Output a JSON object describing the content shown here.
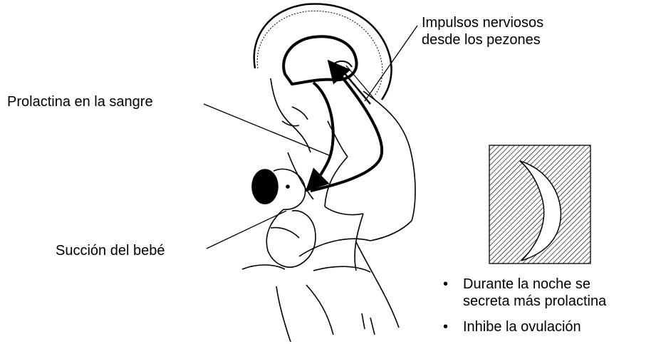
{
  "labels": {
    "impulses_line1": "Impulsos nerviosos",
    "impulses_line2": "desde los pezones",
    "prolactin_blood": "Prolactina en la sangre",
    "baby_suction": "Succión del bebé"
  },
  "bullets": [
    {
      "marker": "•",
      "line1": "Durante la noche se",
      "line2": "secreta más prolactina"
    },
    {
      "marker": "•",
      "line1": "Inhibe la ovulación",
      "line2": ""
    }
  ],
  "icons": {
    "night_panel": "moon-icon",
    "illustration": "breastfeeding-mother-icon"
  },
  "colors": {
    "ink": "#000000",
    "background": "#ffffff"
  }
}
